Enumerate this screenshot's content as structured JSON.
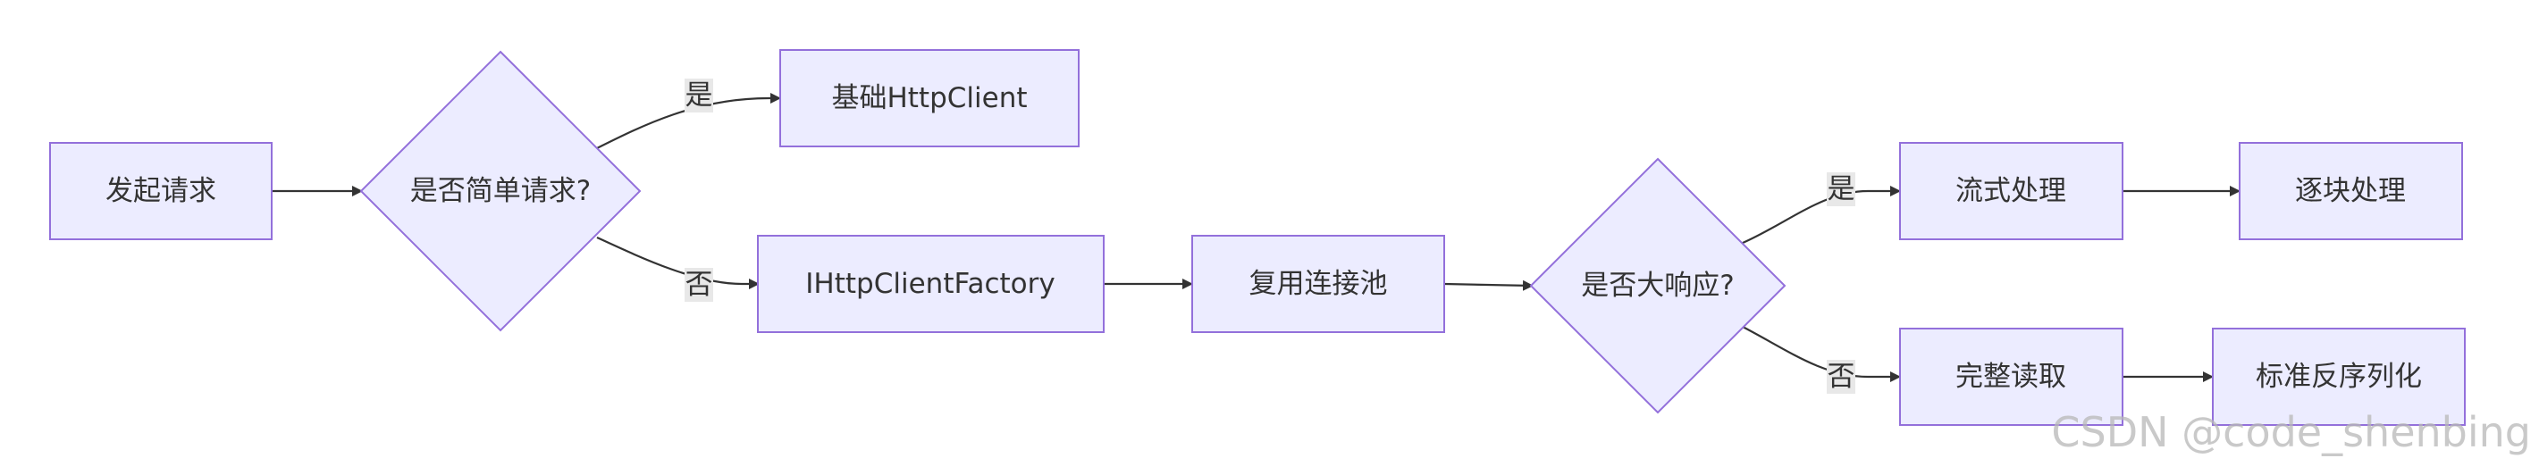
{
  "nodes": {
    "start": "发起请求",
    "simple_decision": "是否简单请求?",
    "basic_client": "基础HttpClient",
    "factory": "IHttpClientFactory",
    "pool": "复用连接池",
    "large_decision": "是否大响应?",
    "streaming": "流式处理",
    "chunked": "逐块处理",
    "full_read": "完整读取",
    "deserialize": "标准反序列化"
  },
  "edge_labels": {
    "simple_yes": "是",
    "simple_no": "否",
    "large_yes": "是",
    "large_no": "否"
  },
  "watermark": "CSDN @code_shenbing",
  "colors": {
    "node_fill": "#ececff",
    "node_stroke": "#9370db",
    "edge": "#333333",
    "label_bg": "#e8e8e8"
  }
}
